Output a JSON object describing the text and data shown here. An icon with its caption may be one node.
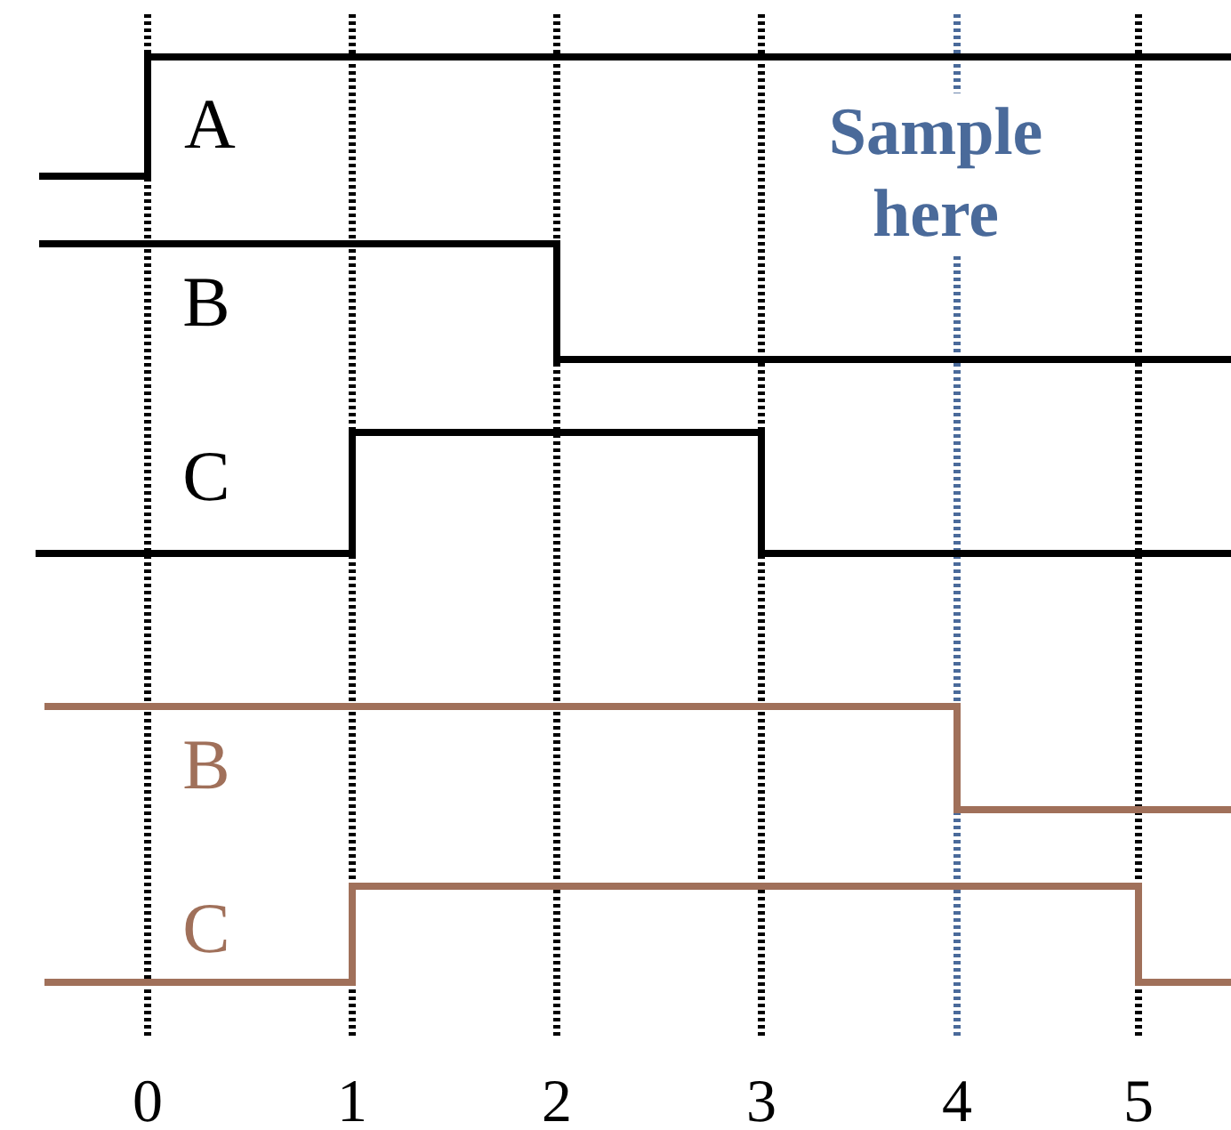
{
  "diagram": {
    "labels": [
      "A",
      "Sample here",
      "B",
      "C",
      "B",
      "C",
      "0",
      "1",
      "2",
      "3",
      "4",
      "5"
    ]
  }
}
